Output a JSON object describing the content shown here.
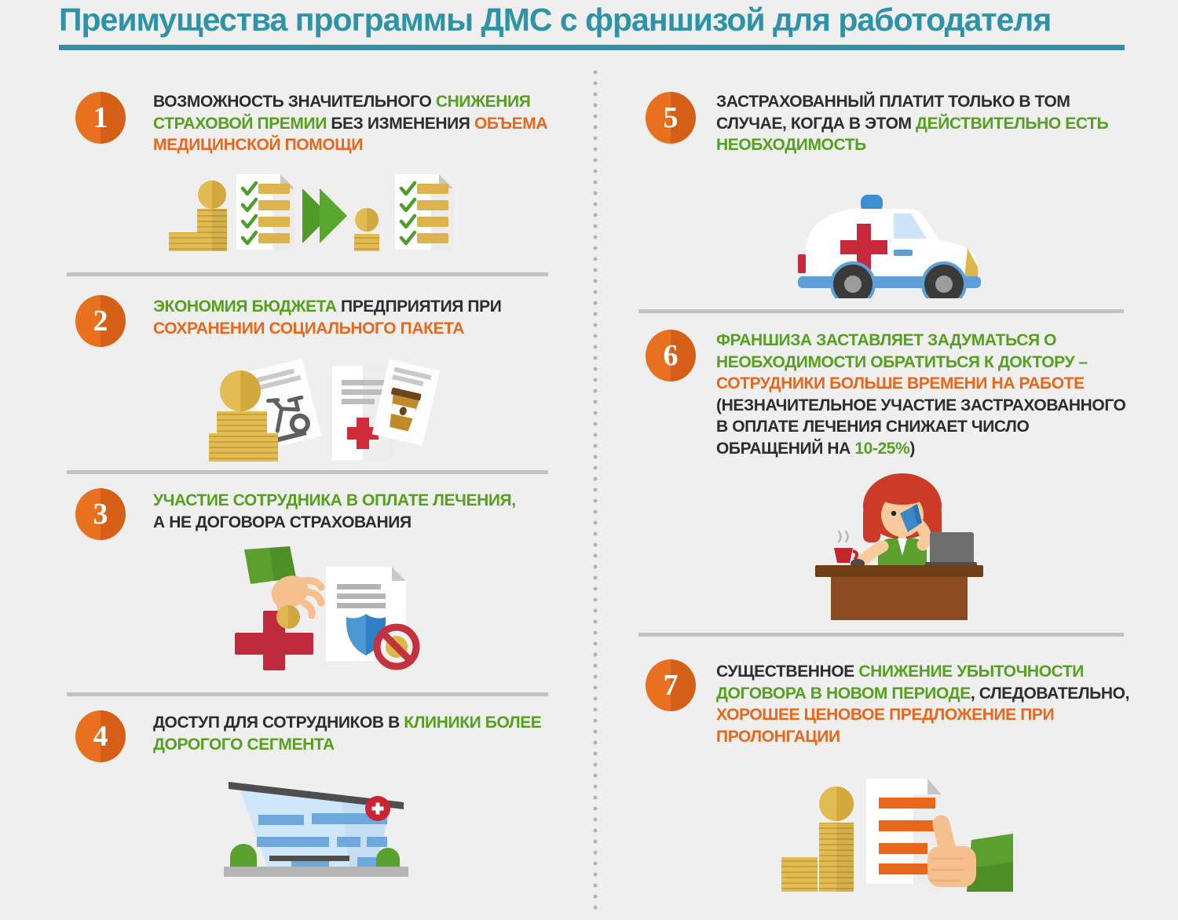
{
  "title": {
    "text": "Преимущества программы ДМС с франшизой для работодателя"
  },
  "palette": {
    "teal": "#2E93A8",
    "green_text": "#55A01E",
    "orange_text": "#E8671B",
    "dark_text": "#2D2D2D",
    "circle_orange": "#E2661C",
    "background": "#EFEFEF",
    "separator_grey": "#C2C2C2",
    "divider_dots": "#B5B5B5",
    "coin_gold": "#E2BB52",
    "cross_red": "#C8293A",
    "icon_green": "#5BA02F",
    "shield_blue": "#2F7FC4",
    "hospital_blue": "#CFE7FB"
  },
  "points": [
    {
      "number": "1",
      "icon_name": "coins-checklist-arrow-icon",
      "lines": [
        [
          {
            "text": "ВОЗМОЖНОСТЬ ЗНАЧИТЕЛЬНОГО ",
            "color": "dark"
          },
          {
            "text": "СНИЖЕНИЯ",
            "color": "green"
          }
        ],
        [
          {
            "text": "СТРАХОВОЙ ПРЕМИИ ",
            "color": "green"
          },
          {
            "text": "БЕЗ ИЗМЕНЕНИЯ ",
            "color": "dark"
          },
          {
            "text": "ОБЪЕМА",
            "color": "orange"
          }
        ],
        [
          {
            "text": "МЕДИЦИНСКОЙ ПОМОЩИ",
            "color": "orange"
          }
        ]
      ]
    },
    {
      "number": "2",
      "icon_name": "social-package-documents-icon",
      "lines": [
        [
          {
            "text": "ЭКОНОМИЯ БЮДЖЕТА ",
            "color": "green"
          },
          {
            "text": "ПРЕДПРИЯТИЯ ПРИ",
            "color": "dark"
          }
        ],
        [
          {
            "text": "СОХРАНЕНИИ СОЦИАЛЬНОГО ПАКЕТА",
            "color": "orange"
          }
        ]
      ]
    },
    {
      "number": "3",
      "icon_name": "hand-coin-cross-contract-icon",
      "lines": [
        [
          {
            "text": "УЧАСТИЕ СОТРУДНИКА В ОПЛАТЕ ЛЕЧЕНИЯ,",
            "color": "green"
          }
        ],
        [
          {
            "text": "А НЕ ДОГОВОРА СТРАХОВАНИЯ",
            "color": "dark"
          }
        ]
      ]
    },
    {
      "number": "4",
      "icon_name": "premium-clinic-building-icon",
      "lines": [
        [
          {
            "text": "ДОСТУП ДЛЯ СОТРУДНИКОВ В ",
            "color": "dark"
          },
          {
            "text": "КЛИНИКИ БОЛЕЕ",
            "color": "green"
          }
        ],
        [
          {
            "text": "ДОРОГОГО СЕГМЕНТА",
            "color": "green"
          }
        ]
      ]
    },
    {
      "number": "5",
      "icon_name": "ambulance-icon",
      "lines": [
        [
          {
            "text": "ЗАСТРАХОВАННЫЙ ПЛАТИТ ТОЛЬКО В ТОМ",
            "color": "dark"
          }
        ],
        [
          {
            "text": "СЛУЧАЕ, КОГДА В ЭТОМ ",
            "color": "dark"
          },
          {
            "text": "ДЕЙСТВИТЕЛЬНО ЕСТЬ",
            "color": "green"
          }
        ],
        [
          {
            "text": "НЕОБХОДИМОСТЬ",
            "color": "green"
          }
        ]
      ]
    },
    {
      "number": "6",
      "icon_name": "employee-at-desk-icon",
      "lines": [
        [
          {
            "text": "ФРАНШИЗА ЗАСТАВЛЯЕТ ЗАДУМАТЬСЯ О",
            "color": "green"
          }
        ],
        [
          {
            "text": "НЕОБХОДИМОСТИ ОБРАТИТЬСЯ К ДОКТОРУ –",
            "color": "green"
          }
        ],
        [
          {
            "text": "СОТРУДНИКИ БОЛЬШЕ ВРЕМЕНИ НА РАБОТЕ",
            "color": "orange"
          }
        ],
        [
          {
            "text": "(НЕЗНАЧИТЕЛЬНОЕ УЧАСТИЕ ЗАСТРАХОВАННОГО",
            "color": "dark"
          }
        ],
        [
          {
            "text": "В ОПЛАТЕ ЛЕЧЕНИЯ СНИЖАЕТ  ЧИСЛО",
            "color": "dark"
          }
        ],
        [
          {
            "text": "ОБРАЩЕНИЙ НА ",
            "color": "dark"
          },
          {
            "text": "10-25%",
            "color": "green"
          },
          {
            "text": ")",
            "color": "dark"
          }
        ]
      ]
    },
    {
      "number": "7",
      "icon_name": "coins-contract-thumbs-up-icon",
      "lines": [
        [
          {
            "text": "СУЩЕСТВЕННОЕ ",
            "color": "dark"
          },
          {
            "text": "СНИЖЕНИЕ УБЫТОЧНОСТИ",
            "color": "green"
          }
        ],
        [
          {
            "text": "ДОГОВОРА В НОВОМ ПЕРИОДЕ",
            "color": "green"
          },
          {
            "text": ", СЛЕДОВАТЕЛЬНО,",
            "color": "dark"
          }
        ],
        [
          {
            "text": "ХОРОШЕЕ ЦЕНОВОЕ ПРЕДЛОЖЕНИЕ ПРИ",
            "color": "orange"
          }
        ],
        [
          {
            "text": "ПРОЛОНГАЦИИ",
            "color": "orange"
          }
        ]
      ]
    }
  ]
}
